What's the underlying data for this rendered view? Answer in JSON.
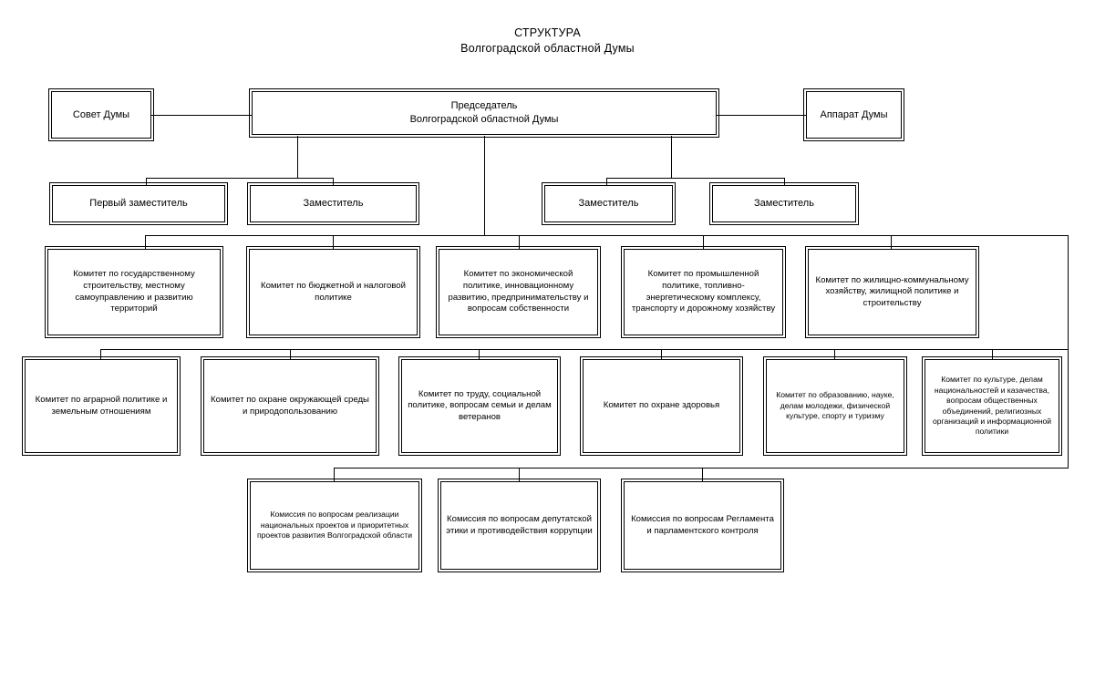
{
  "title": {
    "line1": "СТРУКТУРА",
    "line2": "Волгоградской областной Думы"
  },
  "diagram": {
    "type": "org-chart",
    "orientation": "top-down",
    "levels": 5,
    "line_color": "#000000",
    "box_fill": "#ffffff",
    "box_border": "#000000"
  },
  "nodes": {
    "council": "Совет Думы",
    "chairman": "Председатель\nВолгоградской областной Думы",
    "chairman_l1": "Председатель",
    "chairman_l2": "Волгоградской областной Думы",
    "apparatus": "Аппарат Думы",
    "deputy_first": "Первый заместитель",
    "deputy_2": "Заместитель",
    "deputy_3": "Заместитель",
    "deputy_4": "Заместитель",
    "committee_state": "Комитет по государственному строительству, местному самоуправлению и развитию территорий",
    "committee_budget": "Комитет по бюджетной и налоговой политике",
    "committee_economic": "Комитет по экономической политике, инновационному развитию, предпринимательству и вопросам собственности",
    "committee_industry": "Комитет по промышленной политике, топливно-энергетическому комплексу, транспорту и дорожному хозяйству",
    "committee_housing": "Комитет по жилищно-коммунальному хозяйству, жилищной политике и строительству",
    "committee_agrarian": "Комитет по аграрной политике и земельным отношениям",
    "committee_environment": "Комитет по охране окружающей среды и природопользованию",
    "committee_labor": "Комитет по труду, социальной политике, вопросам семьи и делам ветеранов",
    "committee_health": "Комитет по охране здоровья",
    "committee_education": "Комитет по образованию, науке, делам молодежи, физической культуре, спорту и туризму",
    "committee_culture": "Комитет по культуре, делам национальностей и казачества, вопросам общественных объединений, религиозных организаций и информационной политики",
    "commission_projects": "Комиссия по вопросам реализации национальных проектов и приоритетных проектов развития Волгоградской области",
    "commission_ethics": "Комиссия по вопросам депутатской этики и противодействия коррупции",
    "commission_regulations": "Комиссия по вопросам Регламента и парламентского контроля"
  }
}
